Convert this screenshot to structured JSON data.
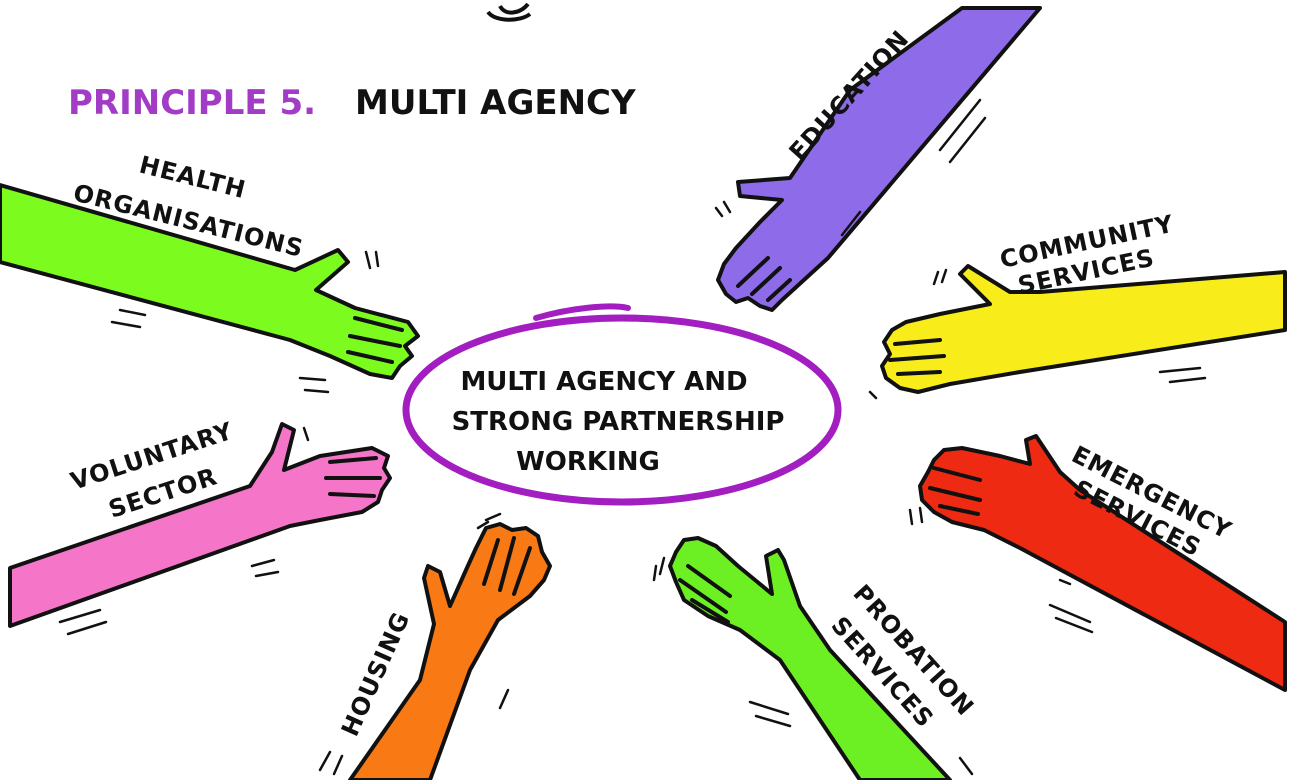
{
  "title": {
    "prefix": "PRINCIPLE 5.",
    "main": "MULTI AGENCY"
  },
  "center": {
    "lines": [
      "MULTI AGENCY AND",
      "STRONG PARTNERSHIP",
      "WORKING"
    ]
  },
  "arms": [
    {
      "id": "health",
      "lines": [
        "HEALTH",
        "ORGANISATIONS"
      ],
      "color": "#7CFC1E"
    },
    {
      "id": "education",
      "lines": [
        "EDUCATION"
      ],
      "color": "#8E6BE8"
    },
    {
      "id": "community",
      "lines": [
        "COMMUNITY",
        "SERVICES"
      ],
      "color": "#F8EC1A"
    },
    {
      "id": "voluntary",
      "lines": [
        "VOLUNTARY",
        "SECTOR"
      ],
      "color": "#F576C8"
    },
    {
      "id": "emergency",
      "lines": [
        "EMERGENCY",
        "SERVICES"
      ],
      "color": "#EE2A12"
    },
    {
      "id": "housing",
      "lines": [
        "HOUSING"
      ],
      "color": "#F97A14"
    },
    {
      "id": "probation",
      "lines": [
        "PROBATION",
        "SERVICES"
      ],
      "color": "#6CF024"
    }
  ],
  "colors": {
    "title_accent": "#A23CC6",
    "ellipse": "#A21EC0",
    "outline": "#111111"
  }
}
